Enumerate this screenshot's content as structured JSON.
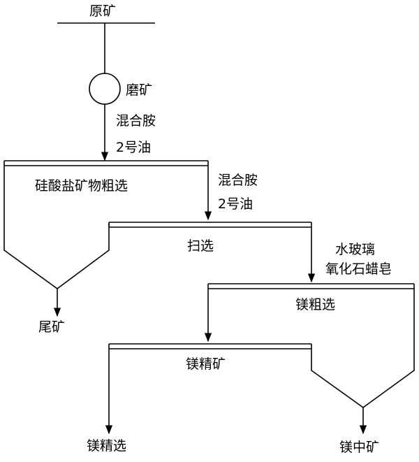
{
  "diagram": {
    "raw_ore": "原矿",
    "grinding": "磨矿",
    "reagents_1": [
      "混合胺",
      "2号油"
    ],
    "silicate_rougher": "硅酸盐矿物粗选",
    "reagents_2": [
      "混合胺",
      "2号油"
    ],
    "scavenging": "扫选",
    "reagents_3": [
      "水玻璃",
      "氧化石蜡皂"
    ],
    "tailings": "尾矿",
    "mg_rougher": "镁粗选",
    "mg_concentrate": "镁精矿",
    "mg_cleaning": "镁精选",
    "mg_middlings": "镁中矿"
  }
}
